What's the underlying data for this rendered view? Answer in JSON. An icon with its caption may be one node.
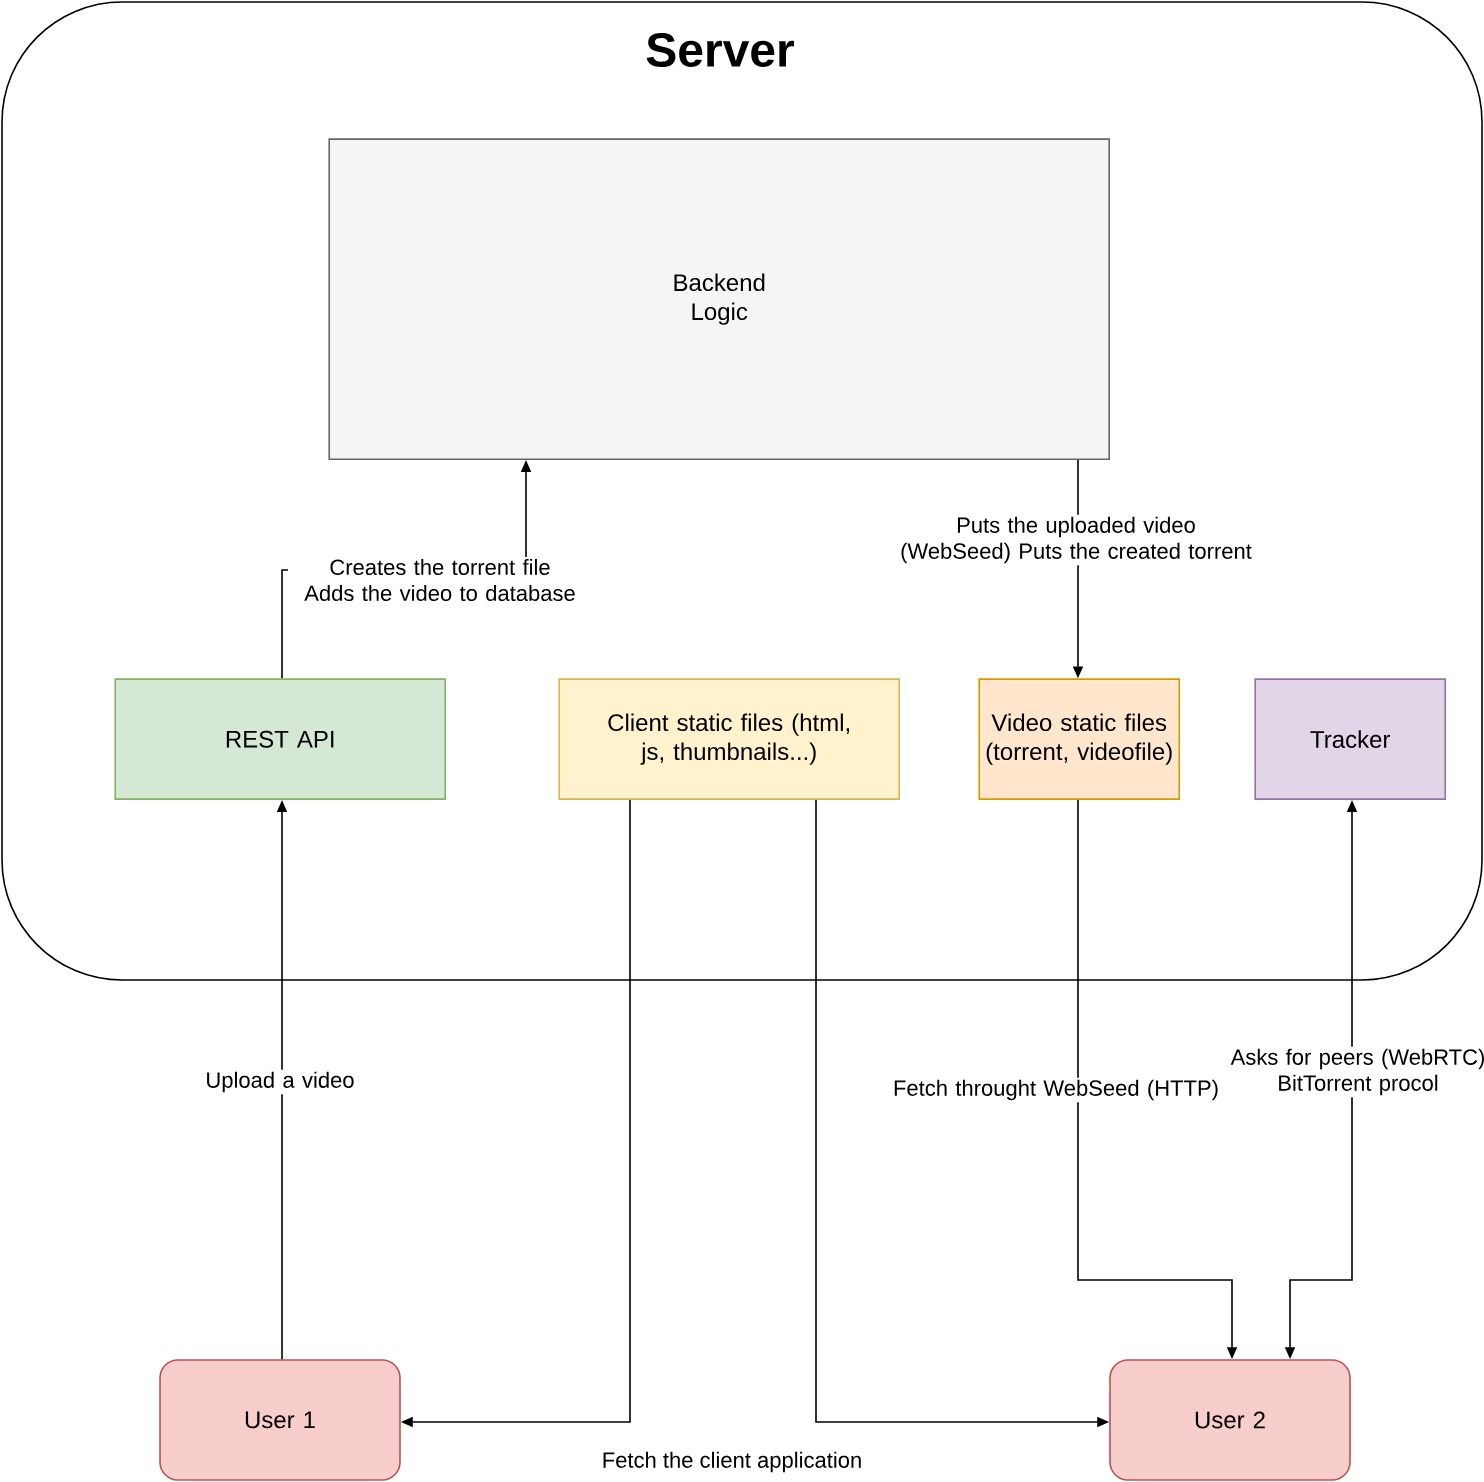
{
  "diagram": {
    "nodes": [
      {
        "text": [
          "Server"
        ]
      },
      {
        "text": [
          "Backend Logic"
        ],
        "in": 0
      },
      {
        "text": [
          "REST API"
        ],
        "in": 0
      },
      {
        "text": [
          "Client static files (html, js, thumbnails...)"
        ],
        "in": 0
      },
      {
        "text": [
          "Video static files (torrent, videofile)"
        ],
        "in": 0
      },
      {
        "text": [
          "Tracker"
        ],
        "in": 0
      },
      {
        "text": [
          "User 1"
        ]
      },
      {
        "text": [
          "User 2"
        ]
      }
    ],
    "edges": [
      {
        "from": 2,
        "to": 1,
        "arrow": "to",
        "label": "Creates the torrent file Adds the video to database"
      },
      {
        "from": 1,
        "to": 4,
        "arrow": "to",
        "label": "Puts the uploaded video (WebSeed) Puts the created torrent"
      },
      {
        "from": 6,
        "to": 2,
        "arrow": "to",
        "label": "Upload a video"
      },
      {
        "from": 3,
        "to": 6,
        "arrow": "to"
      },
      {
        "from": 3,
        "to": 7,
        "arrow": "to"
      },
      {
        "from": 4,
        "to": 7,
        "arrow": "to",
        "label": "Fetch throught WebSeed (HTTP)"
      },
      {
        "from": 7,
        "to": 5,
        "arrow": "both",
        "label": "Asks for peers (WebRTC) BitTorrent procol"
      }
    ],
    "labels": [
      "Fetch the client application"
    ]
  }
}
